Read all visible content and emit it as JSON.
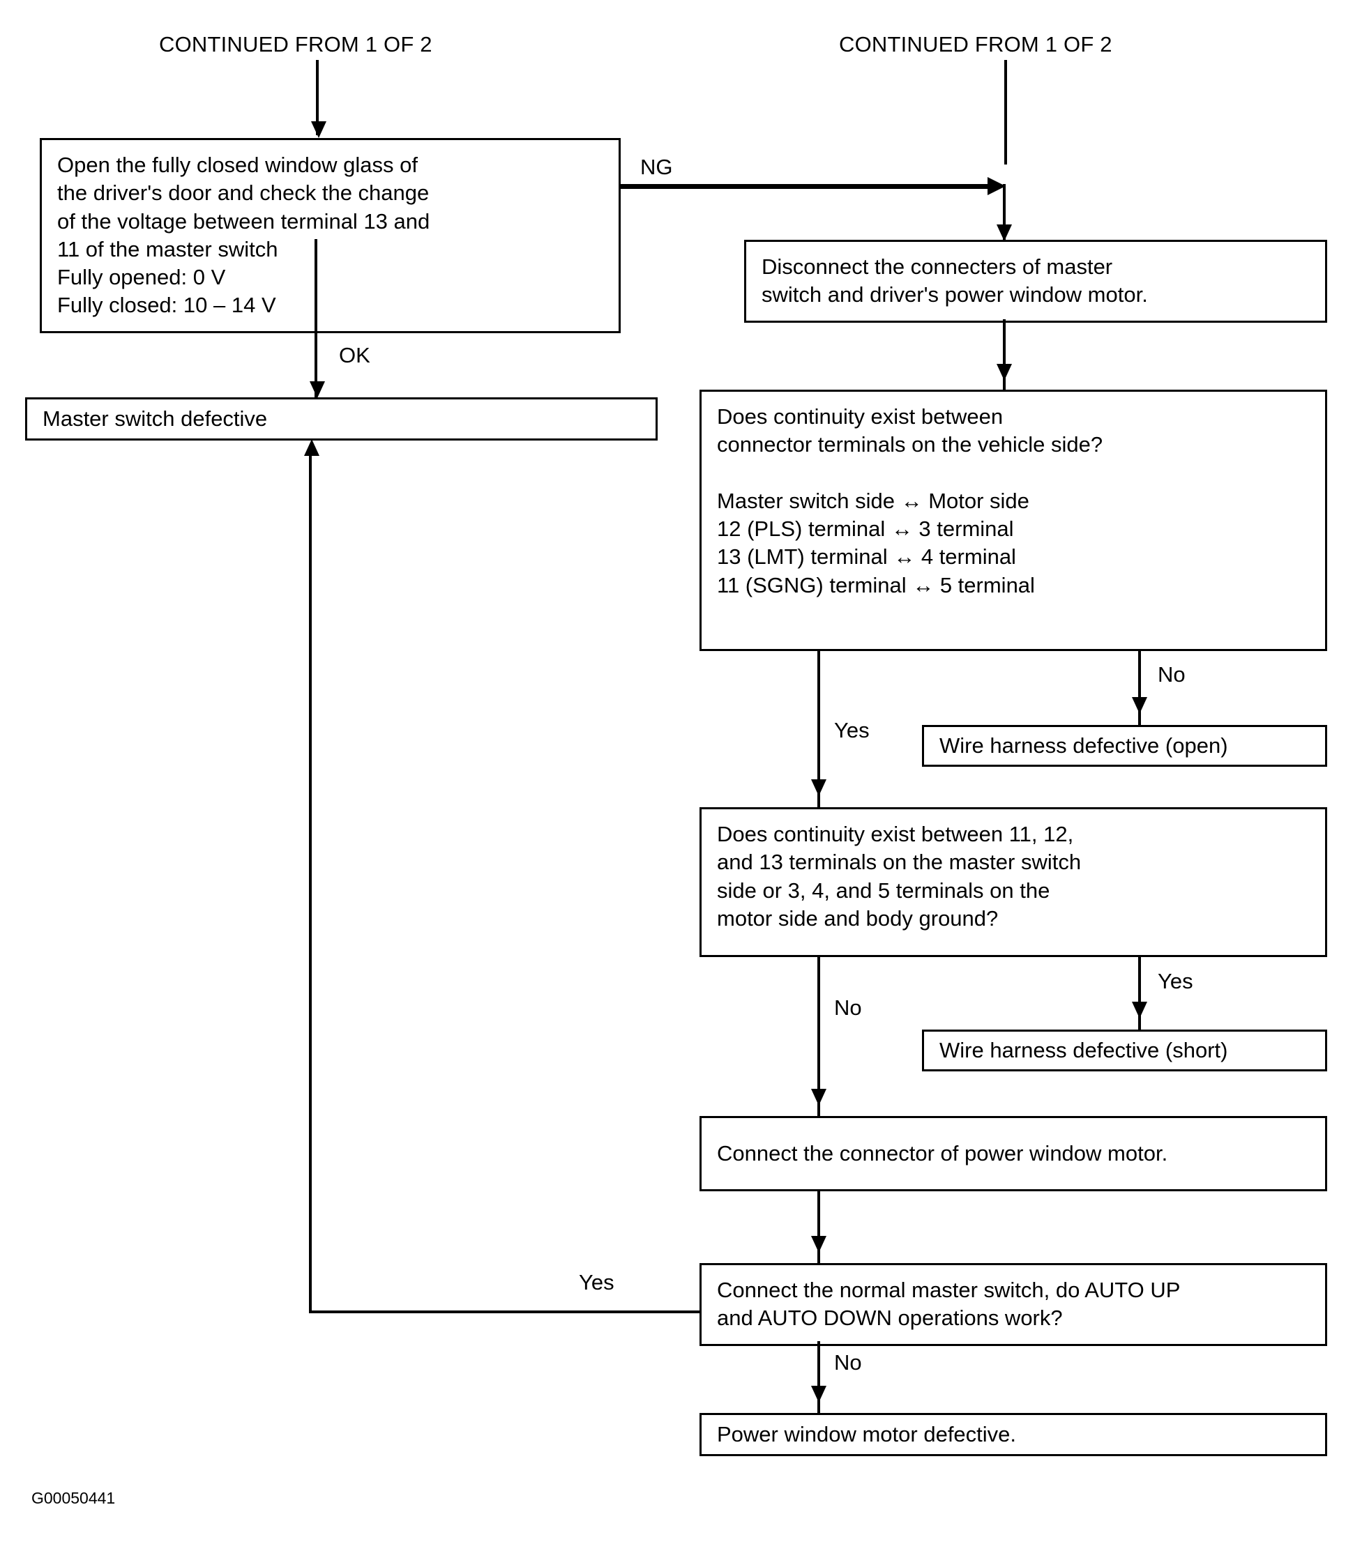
{
  "page": {
    "figure_code": "G00050441",
    "ink_color": "#000000",
    "background_color": "#ffffff"
  },
  "headers": {
    "left": "CONTINUED FROM 1 OF 2",
    "right": "CONTINUED FROM 1 OF 2"
  },
  "nodes": {
    "check_voltage": "Open the fully closed window glass of\nthe driver's door and check the change\nof the voltage between terminal 13 and\n11 of the master switch\nFully opened: 0 V\nFully closed: 10 – 14 V",
    "master_switch_defective": "Master switch defective",
    "disconnect_connecters": "Disconnect the connecters of master\nswitch and driver's power window motor.",
    "continuity_vehicle_side": "Does continuity exist between\nconnector terminals on the vehicle side?\n\nMaster switch side ↔ Motor side\n        12 (PLS) terminal ↔ 3 terminal\n        13 (LMT) terminal ↔ 4 terminal\n        11 (SGNG) terminal ↔ 5 terminal",
    "wire_harness_open": "Wire harness defective (open)",
    "continuity_body_ground": "Does continuity exist between 11, 12,\nand 13 terminals on the master switch\nside or 3, 4, and 5 terminals on the\nmotor side and body ground?",
    "wire_harness_short": "Wire harness defective (short)",
    "connect_motor_connector": "Connect the connector of power window motor.",
    "auto_up_down_check": "Connect the normal master switch, do AUTO UP\nand AUTO DOWN operations work?",
    "motor_defective": "Power window motor defective."
  },
  "edge_labels": {
    "ng": "NG",
    "ok": "OK",
    "no_vehicle_side": "No",
    "yes_vehicle_side": "Yes",
    "yes_body_ground": "Yes",
    "no_body_ground": "No",
    "yes_auto_ops": "Yes",
    "no_auto_ops": "No"
  }
}
